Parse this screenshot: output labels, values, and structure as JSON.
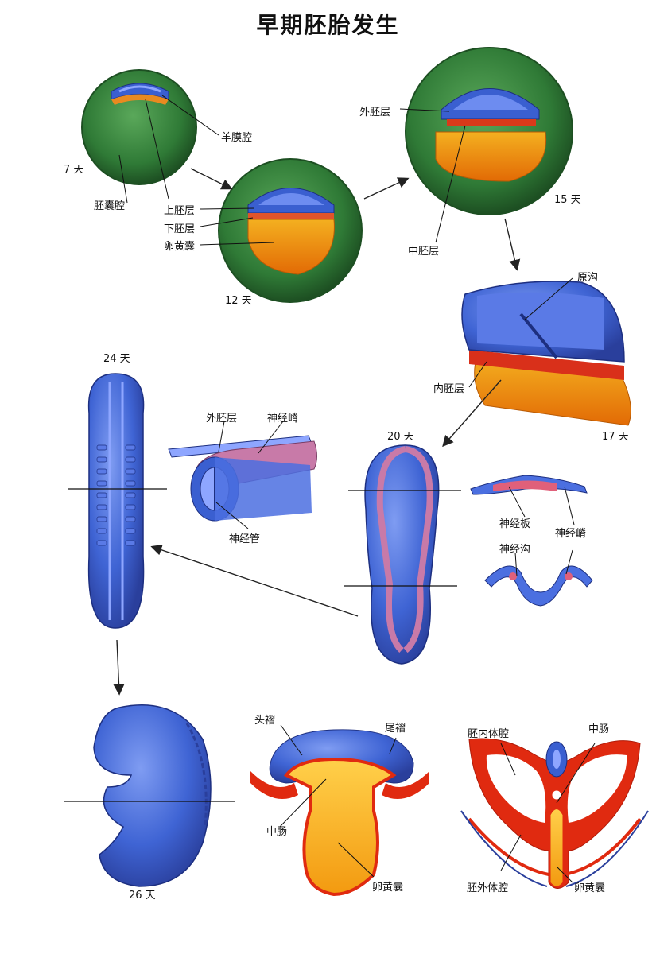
{
  "title": "早期胚胎发生",
  "days": {
    "d7": "7 天",
    "d12": "12 天",
    "d15": "15 天",
    "d17": "17 天",
    "d20": "20 天",
    "d24": "24 天",
    "d26": "26 天"
  },
  "labels": {
    "amniotic_cavity": "羊膜腔",
    "blastocyst_cavity": "胚囊腔",
    "epiblast": "上胚层",
    "hypoblast": "下胚层",
    "yolk_sac_12": "卵黄囊",
    "ectoderm_15": "外胚层",
    "mesoderm": "中胚层",
    "primitive_streak": "原沟",
    "endoderm": "内胚层",
    "ectoderm_24": "外胚层",
    "neural_crest_24": "神经嵴",
    "neural_tube": "神经管",
    "neural_plate": "神经板",
    "neural_crest_20": "神经嵴",
    "neural_groove": "神经沟",
    "head_fold": "头褶",
    "tail_fold": "尾褶",
    "midgut_a": "中肠",
    "yolk_sac_a": "卵黄囊",
    "intraembryonic_coelom": "胚内体腔",
    "midgut_b": "中肠",
    "extraembryonic_coelom": "胚外体腔",
    "yolk_sac_b": "卵黄囊"
  },
  "colors": {
    "trophoblast_green": "#2f7a36",
    "ectoderm_blue": "#3a5fd0",
    "yolk_orange": "#f08a10",
    "mesoderm_red": "#e02a10",
    "neural_crest_pink": "#c87aa8"
  }
}
